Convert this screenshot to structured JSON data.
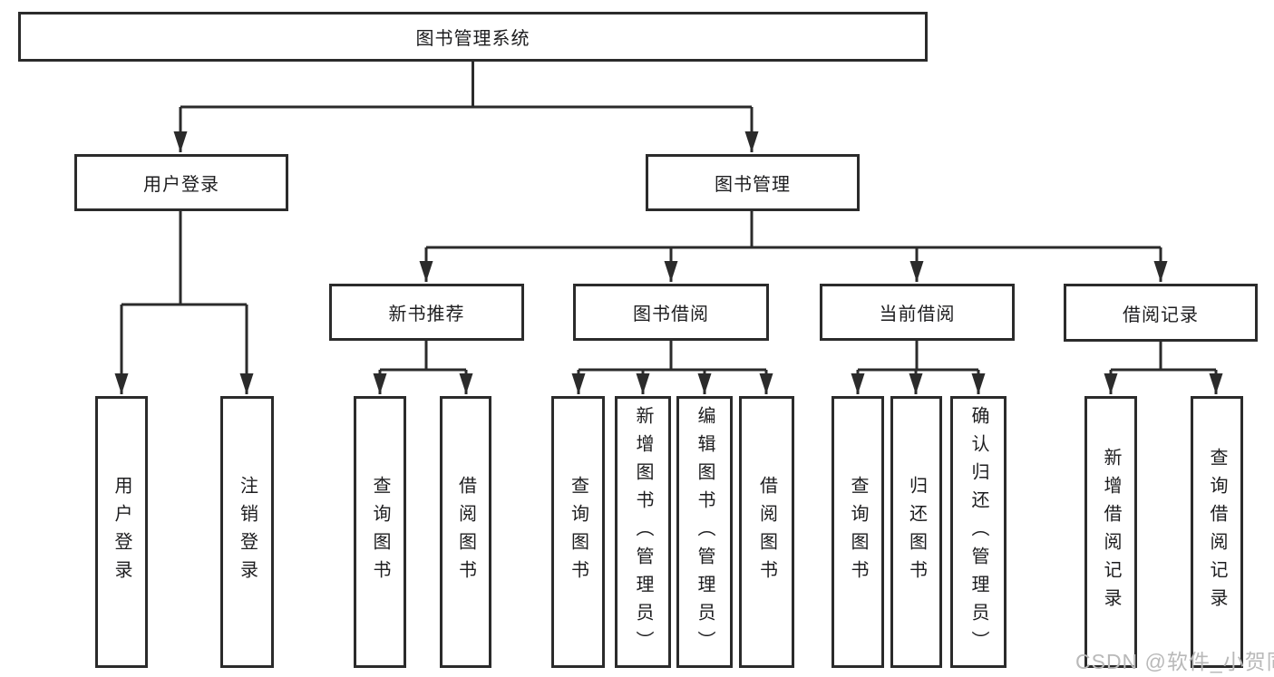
{
  "meta": {
    "background_color": "#ffffff",
    "line_color": "#2b2b2b",
    "box_border_color": "#2b2b2b",
    "text_color": "#1d1d1f"
  },
  "watermark": {
    "text": "CSDN @软件_小贺同学",
    "color": "#b9b9b9"
  },
  "nodes": {
    "root": {
      "label": "图书管理系统"
    },
    "user_login": {
      "label": "用户登录"
    },
    "book_mgmt": {
      "label": "图书管理"
    },
    "login": {
      "label": "用户登录"
    },
    "logout": {
      "label": "注销登录"
    },
    "new_book_rec": {
      "label": "新书推荐"
    },
    "book_borrow": {
      "label": "图书借阅"
    },
    "current_borrow": {
      "label": "当前借阅"
    },
    "borrow_record": {
      "label": "借阅记录"
    },
    "nbr_query": {
      "label": "查询图书"
    },
    "nbr_borrow": {
      "label": "借阅图书"
    },
    "bb_query": {
      "label": "查询图书"
    },
    "bb_add": {
      "label": "新增图书（管理员）"
    },
    "bb_edit": {
      "label": "编辑图书（管理员）"
    },
    "bb_borrow": {
      "label": "借阅图书"
    },
    "cb_query": {
      "label": "查询图书"
    },
    "cb_return": {
      "label": "归还图书"
    },
    "cb_confirm": {
      "label": "确认归还（管理员）"
    },
    "br_add": {
      "label": "新增借阅记录"
    },
    "br_query": {
      "label": "查询借阅记录"
    }
  },
  "hierarchy": {
    "label": "图书管理系统",
    "children": [
      {
        "label": "用户登录",
        "children": [
          {
            "label": "用户登录"
          },
          {
            "label": "注销登录"
          }
        ]
      },
      {
        "label": "图书管理",
        "children": [
          {
            "label": "新书推荐",
            "children": [
              {
                "label": "查询图书"
              },
              {
                "label": "借阅图书"
              }
            ]
          },
          {
            "label": "图书借阅",
            "children": [
              {
                "label": "查询图书"
              },
              {
                "label": "新增图书（管理员）"
              },
              {
                "label": "编辑图书（管理员）"
              },
              {
                "label": "借阅图书"
              }
            ]
          },
          {
            "label": "当前借阅",
            "children": [
              {
                "label": "查询图书"
              },
              {
                "label": "归还图书"
              },
              {
                "label": "确认归还（管理员）"
              }
            ]
          },
          {
            "label": "借阅记录",
            "children": [
              {
                "label": "新增借阅记录"
              },
              {
                "label": "查询借阅记录"
              }
            ]
          }
        ]
      }
    ]
  }
}
